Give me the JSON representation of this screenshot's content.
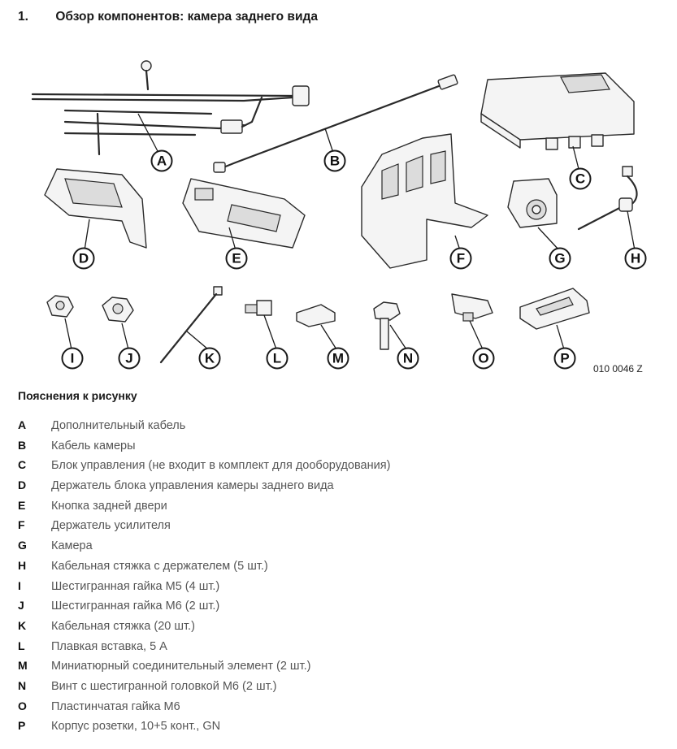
{
  "heading": {
    "number": "1.",
    "title": "Обзор компонентов: камера заднего вида"
  },
  "figure": {
    "code": "010 0046 Z",
    "labels": [
      "A",
      "B",
      "C",
      "D",
      "E",
      "F",
      "G",
      "H",
      "I",
      "J",
      "K",
      "L",
      "M",
      "N",
      "O",
      "P"
    ]
  },
  "legend": {
    "title": "Пояснения к рисунку",
    "items": [
      {
        "key": "A",
        "text": "Дополнительный кабель"
      },
      {
        "key": "B",
        "text": "Кабель камеры"
      },
      {
        "key": "C",
        "text": "Блок управления (не входит в комплект для дооборудования)"
      },
      {
        "key": "D",
        "text": "Держатель блока управления камеры заднего вида"
      },
      {
        "key": "E",
        "text": "Кнопка задней двери"
      },
      {
        "key": "F",
        "text": "Держатель усилителя"
      },
      {
        "key": "G",
        "text": "Камера"
      },
      {
        "key": "H",
        "text": "Кабельная стяжка с держателем (5 шт.)"
      },
      {
        "key": "I",
        "text": "Шестигранная гайка М5 (4 шт.)"
      },
      {
        "key": "J",
        "text": "Шестигранная гайка М6 (2 шт.)"
      },
      {
        "key": "K",
        "text": "Кабельная стяжка (20 шт.)"
      },
      {
        "key": "L",
        "text": "Плавкая вставка, 5 А"
      },
      {
        "key": "M",
        "text": "Миниатюрный соединительный элемент (2 шт.)"
      },
      {
        "key": "N",
        "text": "Винт с шестигранной головкой М6 (2 шт.)"
      },
      {
        "key": "O",
        "text": "Пластинчатая гайка М6"
      },
      {
        "key": "P",
        "text": "Корпус розетки, 10+5 конт., GN"
      }
    ]
  }
}
